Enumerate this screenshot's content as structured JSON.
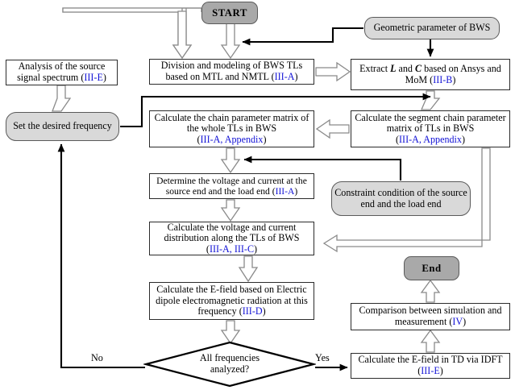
{
  "diagram": {
    "title": "Flowchart of the BWS transmission-line modeling and E-field computation procedure",
    "colors": {
      "terminator_dark": "#a9a9a9",
      "terminator_light": "#d9d9d9",
      "box_fill": "#ffffff",
      "box_border": "#2b2b2b",
      "reference_text": "#1313d6",
      "wire_solid": "#000000",
      "wire_hollow_outline": "#808080",
      "background": "#ffffff"
    },
    "nodes": {
      "start": {
        "label": "START",
        "shape": "terminator"
      },
      "geometric": {
        "label": "Geometric parameter of BWS",
        "shape": "terminator"
      },
      "analysis": {
        "line1": "Analysis of the source",
        "line2_pre": "signal spectrum (",
        "line2_ref": "III-E",
        "line2_post": ")",
        "shape": "process"
      },
      "division": {
        "line1": "Division and modeling of BWS TLs",
        "line2_pre": "based on MTL and NMTL (",
        "line2_ref": "III-A",
        "line2_post": ")",
        "shape": "process"
      },
      "extract": {
        "line1_a": "Extract ",
        "line1_b": "L",
        "line1_c": " and ",
        "line1_d": "C",
        "line1_e": "  based on Ansys and",
        "line2_pre": "MoM (",
        "line2_ref": "III-B",
        "line2_post": ")",
        "shape": "process"
      },
      "set_frequency": {
        "label": "Set the desired frequency",
        "shape": "terminator"
      },
      "chain_whole": {
        "line1": "Calculate the chain parameter matrix of",
        "line2": "the whole TLs in BWS",
        "line3_pre": "(",
        "line3_ref": "III-A, Appendix",
        "line3_post": ")",
        "shape": "process"
      },
      "chain_segment": {
        "line1": "Calculate the segment chain parameter",
        "line2": "matrix of TLs in BWS",
        "line3_pre": "(",
        "line3_ref": "III-A, Appendix",
        "line3_post": ")",
        "shape": "process"
      },
      "determine": {
        "line1": "Determine the voltage and current at the",
        "line2_pre": "source end and the load end (",
        "line2_ref": "III-A",
        "line2_post": ")",
        "shape": "process"
      },
      "constraint": {
        "line1": "Constraint condition of the source",
        "line2": "end and the load end",
        "shape": "terminator"
      },
      "distribution": {
        "line1": "Calculate the voltage and current",
        "line2": "distribution along the TLs of BWS",
        "line3_pre": "(",
        "line3_ref": "III-A, III-C",
        "line3_post": ")",
        "shape": "process"
      },
      "efield": {
        "line1": "Calculate the E-field based on Electric",
        "line2": "dipole electromagnetic radiation at this",
        "line3_pre": "frequency  (",
        "line3_ref": "III-D",
        "line3_post": ")",
        "shape": "process"
      },
      "decision": {
        "line1": "All frequencies",
        "line2": "analyzed?",
        "shape": "decision"
      },
      "idft": {
        "line1": "Calculate the E-field in TD via IDFT",
        "line2_pre": "(",
        "line2_ref": "III-E",
        "line2_post": ")",
        "shape": "process"
      },
      "comparison": {
        "line1": "Comparison between simulation and",
        "line2_pre": "measurement  (",
        "line2_ref": "IV",
        "line2_post": ")",
        "shape": "process"
      },
      "end": {
        "label": "End",
        "shape": "terminator"
      }
    },
    "edge_labels": {
      "no": "No",
      "yes": "Yes"
    }
  }
}
